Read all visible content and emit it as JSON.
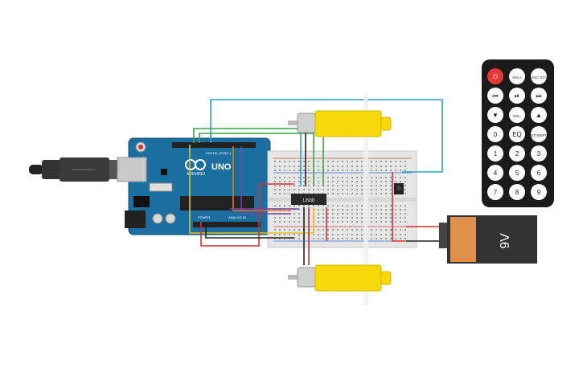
{
  "canvas": {
    "background": "#ffffff"
  },
  "arduino": {
    "brand": "ARDUINO",
    "model": "UNO",
    "digital_label": "DIGITAL (PWM~)",
    "power_label": "POWER",
    "analog_label": "ANALOG IN",
    "color": "#1a6fa0"
  },
  "driver_chip": {
    "label": "L293D"
  },
  "battery": {
    "label": "9V"
  },
  "remote": {
    "keys": [
      {
        "label": "⏻",
        "name": "power"
      },
      {
        "label": "VOL+",
        "name": "vol-up"
      },
      {
        "label": "FUNC/ STOP",
        "name": "func-stop"
      },
      {
        "label": "⏮",
        "name": "prev"
      },
      {
        "label": "⏯",
        "name": "play-pause"
      },
      {
        "label": "⏭",
        "name": "next"
      },
      {
        "label": "▼",
        "name": "down"
      },
      {
        "label": "VOL-",
        "name": "vol-down"
      },
      {
        "label": "▲",
        "name": "up"
      },
      {
        "label": "0",
        "name": "0"
      },
      {
        "label": "EQ",
        "name": "eq"
      },
      {
        "label": "ST/ REPT",
        "name": "st-rept"
      },
      {
        "label": "1",
        "name": "1"
      },
      {
        "label": "2",
        "name": "2"
      },
      {
        "label": "3",
        "name": "3"
      },
      {
        "label": "4",
        "name": "4"
      },
      {
        "label": "5",
        "name": "5"
      },
      {
        "label": "6",
        "name": "6"
      },
      {
        "label": "7",
        "name": "7"
      },
      {
        "label": "8",
        "name": "8"
      },
      {
        "label": "9",
        "name": "9"
      }
    ]
  },
  "colors": {
    "wire_blue": "#2a9fd0",
    "wire_green": "#3aa34a",
    "wire_yellow": "#e0c21e",
    "wire_purple": "#7b3fa8",
    "wire_red": "#d32f2f",
    "wire_black": "#222222",
    "wire_orange": "#e07c1e",
    "motor_yellow": "#f5d90a",
    "battery_orange": "#e0904a"
  }
}
